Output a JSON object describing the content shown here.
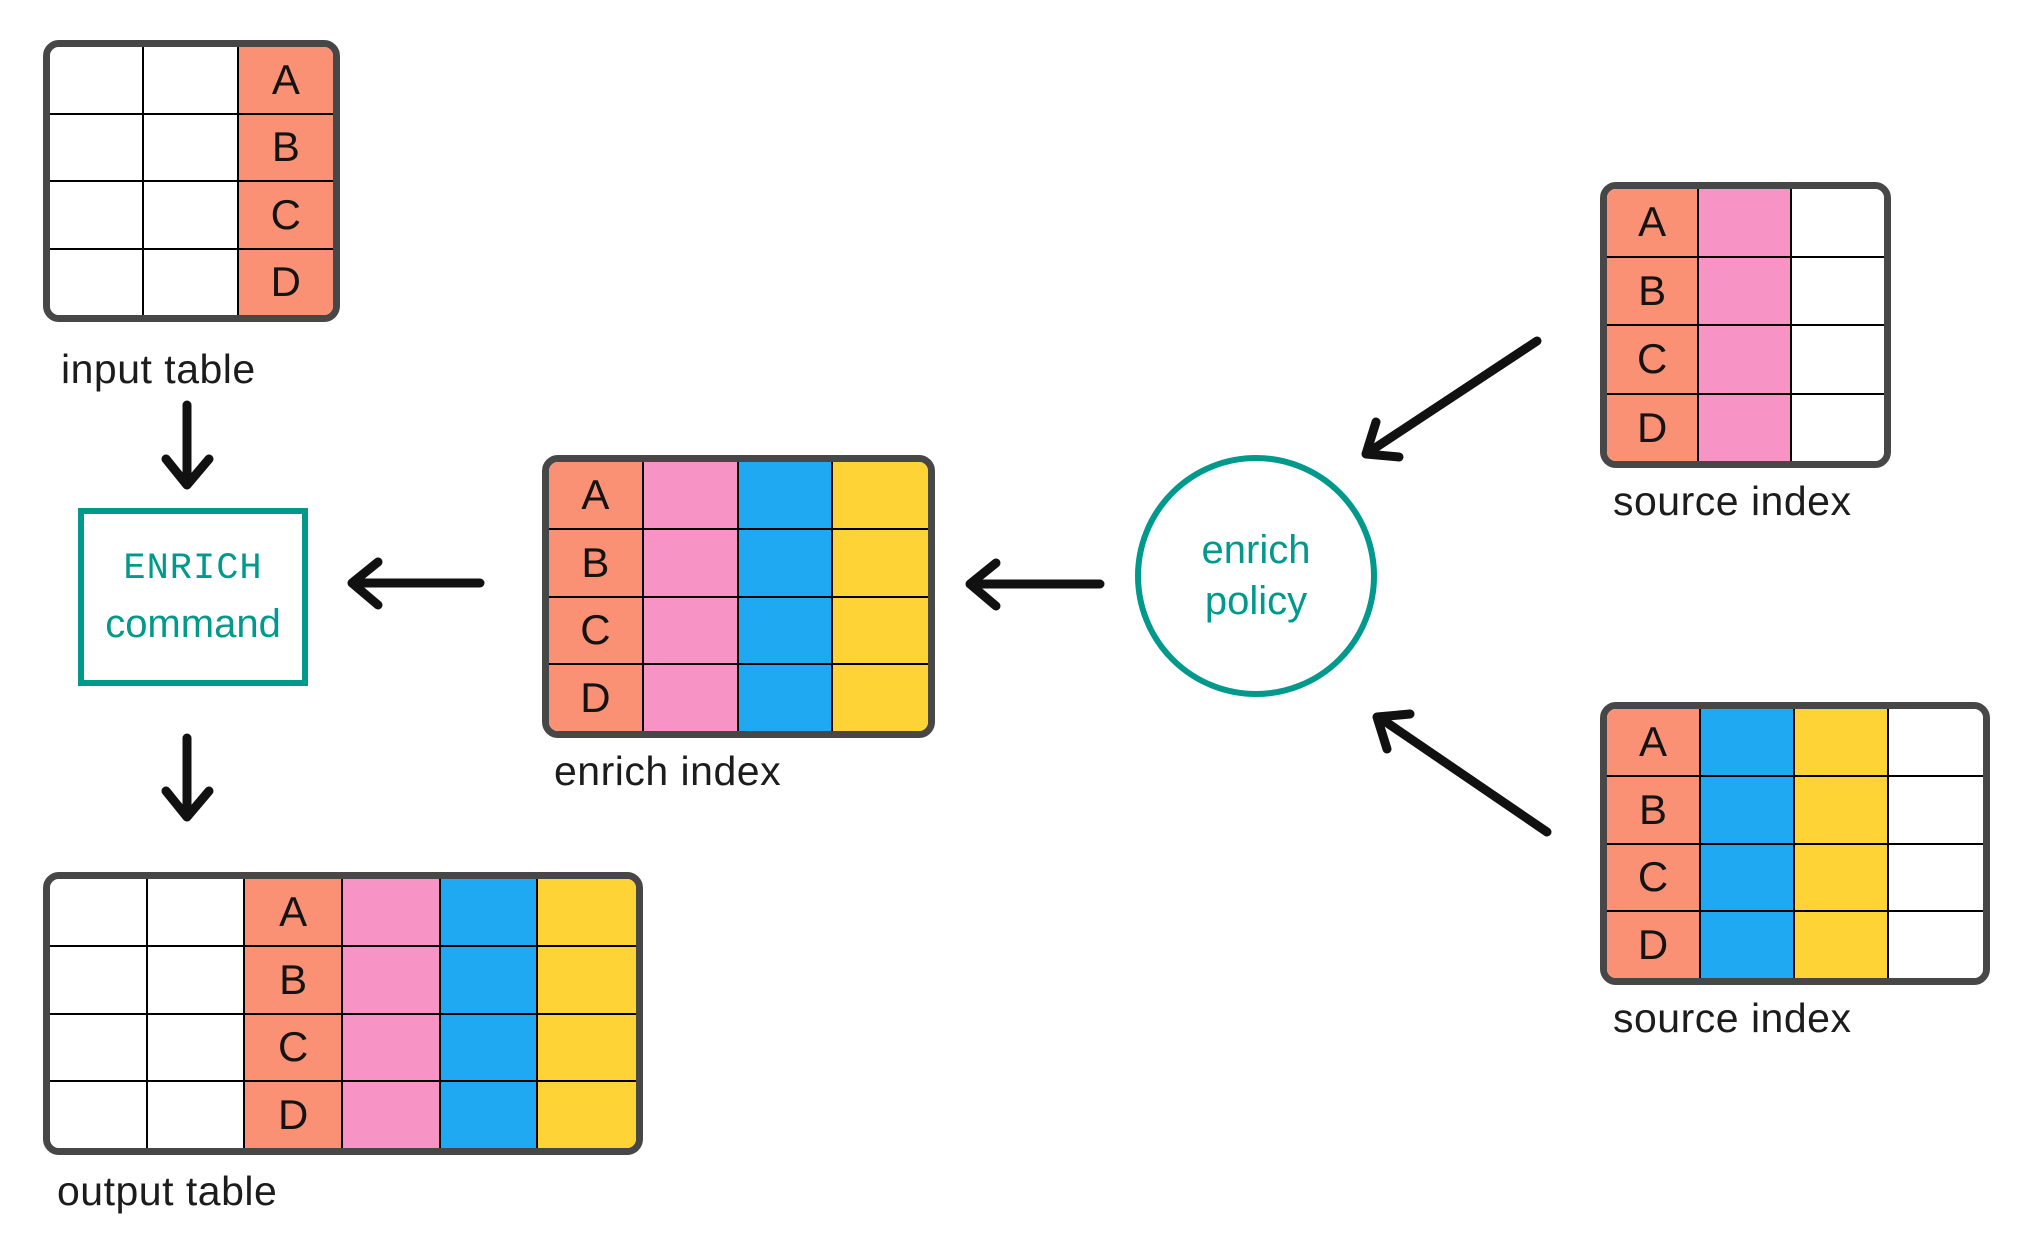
{
  "colors": {
    "salmon": "#FA9175",
    "pink": "#F893C5",
    "blue": "#1EA9F2",
    "yellow": "#FDD335",
    "white": "#FFFFFF",
    "teal": "#00998C",
    "table_border": "#474747",
    "grid_line": "#000000",
    "arrow": "#111111",
    "label_text": "#1C1C1C"
  },
  "tables": [
    {
      "id": "input-table",
      "label": "input table",
      "row_labels": [
        "A",
        "B",
        "C",
        "D"
      ],
      "columns": [
        "white",
        "white",
        "salmon"
      ],
      "key_column": 2
    },
    {
      "id": "enrich-index",
      "label": "enrich index",
      "row_labels": [
        "A",
        "B",
        "C",
        "D"
      ],
      "columns": [
        "salmon",
        "pink",
        "blue",
        "yellow"
      ],
      "key_column": 0
    },
    {
      "id": "source-index-top",
      "label": "source index",
      "row_labels": [
        "A",
        "B",
        "C",
        "D"
      ],
      "columns": [
        "salmon",
        "pink",
        "white"
      ],
      "key_column": 0
    },
    {
      "id": "source-index-bottom",
      "label": "source index",
      "row_labels": [
        "A",
        "B",
        "C",
        "D"
      ],
      "columns": [
        "salmon",
        "blue",
        "yellow",
        "white"
      ],
      "key_column": 0
    },
    {
      "id": "output-table",
      "label": "output table",
      "row_labels": [
        "A",
        "B",
        "C",
        "D"
      ],
      "columns": [
        "white",
        "white",
        "salmon",
        "pink",
        "blue",
        "yellow"
      ],
      "key_column": 2
    }
  ],
  "nodes": {
    "enrich_command": {
      "line1": "ENRICH",
      "line2": "command"
    },
    "enrich_policy": {
      "line1": "enrich",
      "line2": "policy"
    }
  }
}
